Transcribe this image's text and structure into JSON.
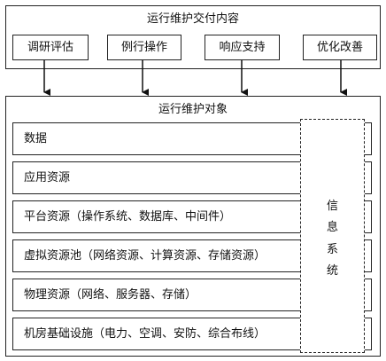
{
  "delivery": {
    "title": "运行维护交付内容",
    "items": [
      "调研评估",
      "例行操作",
      "响应支持",
      "优化改善"
    ]
  },
  "objects": {
    "title": "运行维护对象",
    "layers": [
      "数据",
      "应用资源",
      "平台资源（操作系统、数据库、中间件）",
      "虚拟资源池（网络资源、计算资源、存储资源）",
      "物理资源（网络、服务器、存储）",
      "机房基础设施（电力、空调、安防、综合布线）"
    ],
    "info_system": [
      "信",
      "息",
      "系",
      "统"
    ]
  }
}
